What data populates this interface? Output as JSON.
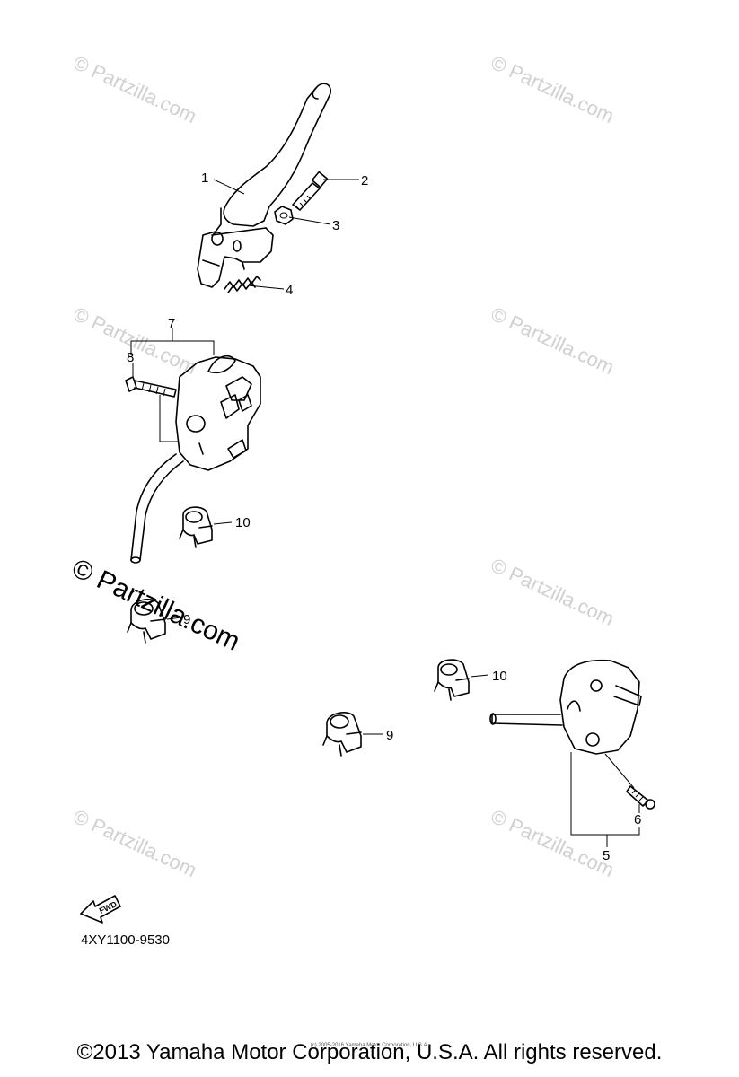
{
  "diagram": {
    "callouts": {
      "c1": "1",
      "c2": "2",
      "c3": "3",
      "c4": "4",
      "c5": "5",
      "c6": "6",
      "c7": "7",
      "c8": "8",
      "c9a": "9",
      "c9b": "9",
      "c10a": "10",
      "c10b": "10"
    },
    "fwd_label": "FWD",
    "part_number": "4XY1100-9530",
    "watermark": "© Partzilla.com"
  },
  "footer": {
    "small_text": "(c) 2005-2016 Yamaha Motor Corporation, U.S.A.",
    "copyright": "©2013 Yamaha Motor Corporation, U.S.A. All rights reserved."
  },
  "colors": {
    "line": "#000000",
    "watermark": "#d0d0d0",
    "background": "#ffffff"
  }
}
